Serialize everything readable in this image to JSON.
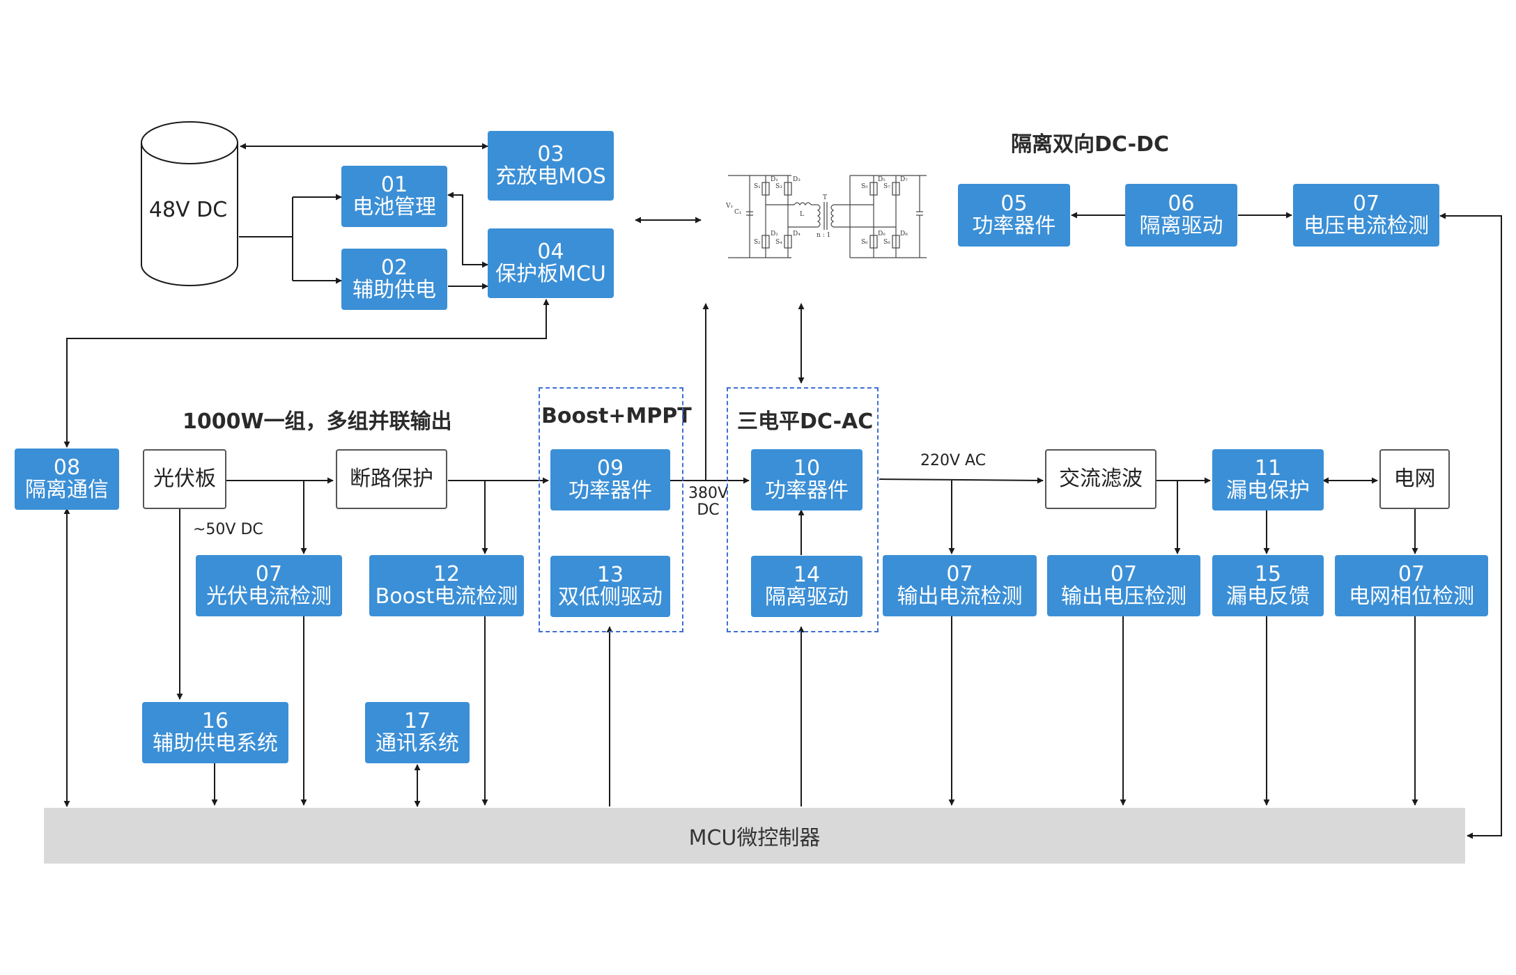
{
  "battery": {
    "label": "48V DC"
  },
  "titles": {
    "isolated_dcdc": "隔离双向DC-DC",
    "group_output": "1000W一组，多组并联输出",
    "boost_mppt": "Boost+MPPT",
    "three_level": "三电平DC-AC"
  },
  "notes": {
    "v50": "~50V DC",
    "v380_line1": "380V",
    "v380_line2": "DC",
    "v220": "220V AC"
  },
  "blocks": {
    "b01": {
      "num": "01",
      "label": "电池管理"
    },
    "b02": {
      "num": "02",
      "label": "辅助供电"
    },
    "b03": {
      "num": "03",
      "label": "充放电MOS"
    },
    "b04": {
      "num": "04",
      "label": "保护板MCU"
    },
    "b05": {
      "num": "05",
      "label": "功率器件"
    },
    "b06": {
      "num": "06",
      "label": "隔离驱动"
    },
    "b07top": {
      "num": "07",
      "label": "电压电流检测"
    },
    "b08": {
      "num": "08",
      "label": "隔离通信"
    },
    "pv": {
      "label": "光伏板"
    },
    "breaker": {
      "label": "断路保护"
    },
    "b09": {
      "num": "09",
      "label": "功率器件"
    },
    "b10": {
      "num": "10",
      "label": "功率器件"
    },
    "acfilter": {
      "label": "交流滤波"
    },
    "b11": {
      "num": "11",
      "label": "漏电保护"
    },
    "grid": {
      "label": "电网"
    },
    "b07pv": {
      "num": "07",
      "label": "光伏电流检测"
    },
    "b12": {
      "num": "12",
      "label": "Boost电流检测"
    },
    "b13": {
      "num": "13",
      "label": "双低侧驱动"
    },
    "b14": {
      "num": "14",
      "label": "隔离驱动"
    },
    "b07oc": {
      "num": "07",
      "label": "输出电流检测"
    },
    "b07ov": {
      "num": "07",
      "label": "输出电压检测"
    },
    "b15": {
      "num": "15",
      "label": "漏电反馈"
    },
    "b07gp": {
      "num": "07",
      "label": "电网相位检测"
    },
    "b16": {
      "num": "16",
      "label": "辅助供电系统"
    },
    "b17": {
      "num": "17",
      "label": "通讯系统"
    }
  },
  "mcu": {
    "label": "MCU微控制器"
  },
  "circuit_labels": {
    "s1": "S₁",
    "s2": "S₂",
    "s3": "S₃",
    "s4": "S₄",
    "s5": "S₅",
    "s6": "S₆",
    "s7": "S₇",
    "s8": "S₈",
    "d1": "D₁",
    "d2": "D₂",
    "d3": "D₃",
    "d4": "D₄",
    "d5": "D₅",
    "d6": "D₆",
    "d7": "D₇",
    "d8": "D₈",
    "l": "L",
    "t": "T",
    "n": "n : 1",
    "c1": "C₁",
    "v1": "V₁"
  },
  "colors": {
    "block_blue": "#3b8fd6",
    "dash_blue": "#3d6fd1",
    "mcu_gray": "#d9d9d9",
    "line": "#1a1a1a"
  }
}
